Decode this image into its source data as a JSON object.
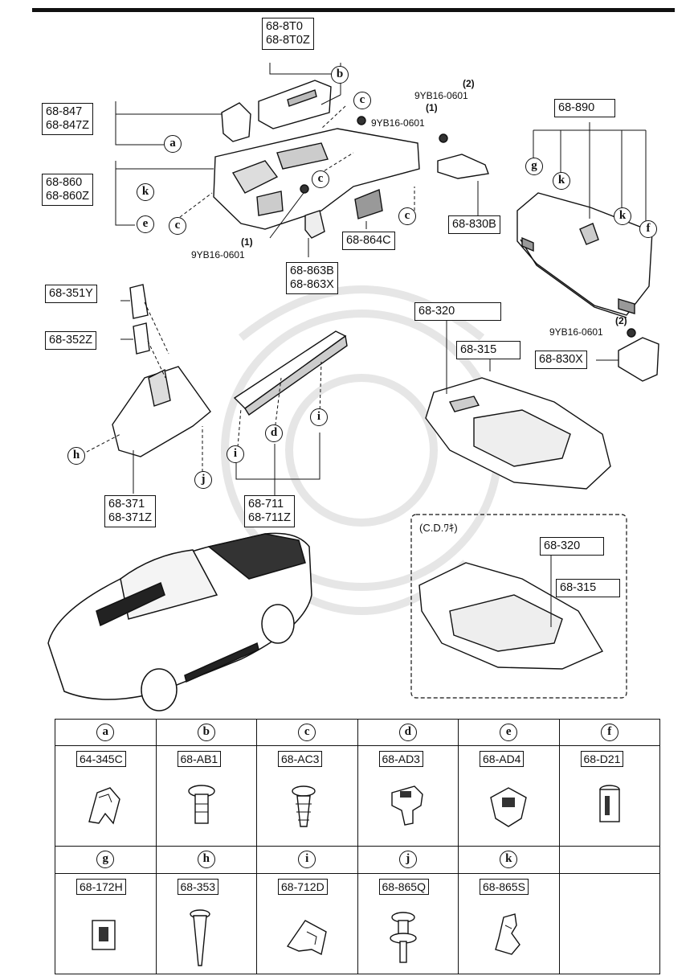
{
  "labels": {
    "p_8t0": "68-8T0\n68-8T0Z",
    "p_847": "68-847\n68-847Z",
    "p_860": "68-860\n68-860Z",
    "p_864c": "68-864C",
    "p_863b": "68-863B\n68-863X",
    "p_830b": "68-830B",
    "p_890": "68-890",
    "p_351y": "68-351Y",
    "p_352z": "68-352Z",
    "p_371": "68-371\n68-371Z",
    "p_711": "68-711\n68-711Z",
    "p_320a": "68-320",
    "p_315a": "68-315",
    "p_830x": "68-830X",
    "p_320b": "68-320",
    "p_315b": "68-315"
  },
  "bolts": {
    "b1": "9YB16-0601",
    "b2": "9YB16-0601",
    "b3": "9YB16-0601",
    "b4": "9YB16-0601",
    "q1": "(2)",
    "q2": "(1)",
    "q3": "(1)",
    "q4": "(2)"
  },
  "cd_note": "(C.D.ﾜｷ)",
  "callouts": {
    "a": "a",
    "b": "b",
    "c": "c",
    "d": "d",
    "e": "e",
    "f": "f",
    "g": "g",
    "h": "h",
    "i": "i",
    "j": "j",
    "k": "k"
  },
  "table": {
    "row1": [
      {
        "letter": "a",
        "part": "64-345C"
      },
      {
        "letter": "b",
        "part": "68-AB1"
      },
      {
        "letter": "c",
        "part": "68-AC3"
      },
      {
        "letter": "d",
        "part": "68-AD3"
      },
      {
        "letter": "e",
        "part": "68-AD4"
      },
      {
        "letter": "f",
        "part": "68-D21"
      }
    ],
    "row2": [
      {
        "letter": "g",
        "part": "68-172H"
      },
      {
        "letter": "h",
        "part": "68-353"
      },
      {
        "letter": "i",
        "part": "68-712D"
      },
      {
        "letter": "j",
        "part": "68-865Q"
      },
      {
        "letter": "k",
        "part": "68-865S"
      },
      {
        "letter": "",
        "part": ""
      }
    ]
  }
}
